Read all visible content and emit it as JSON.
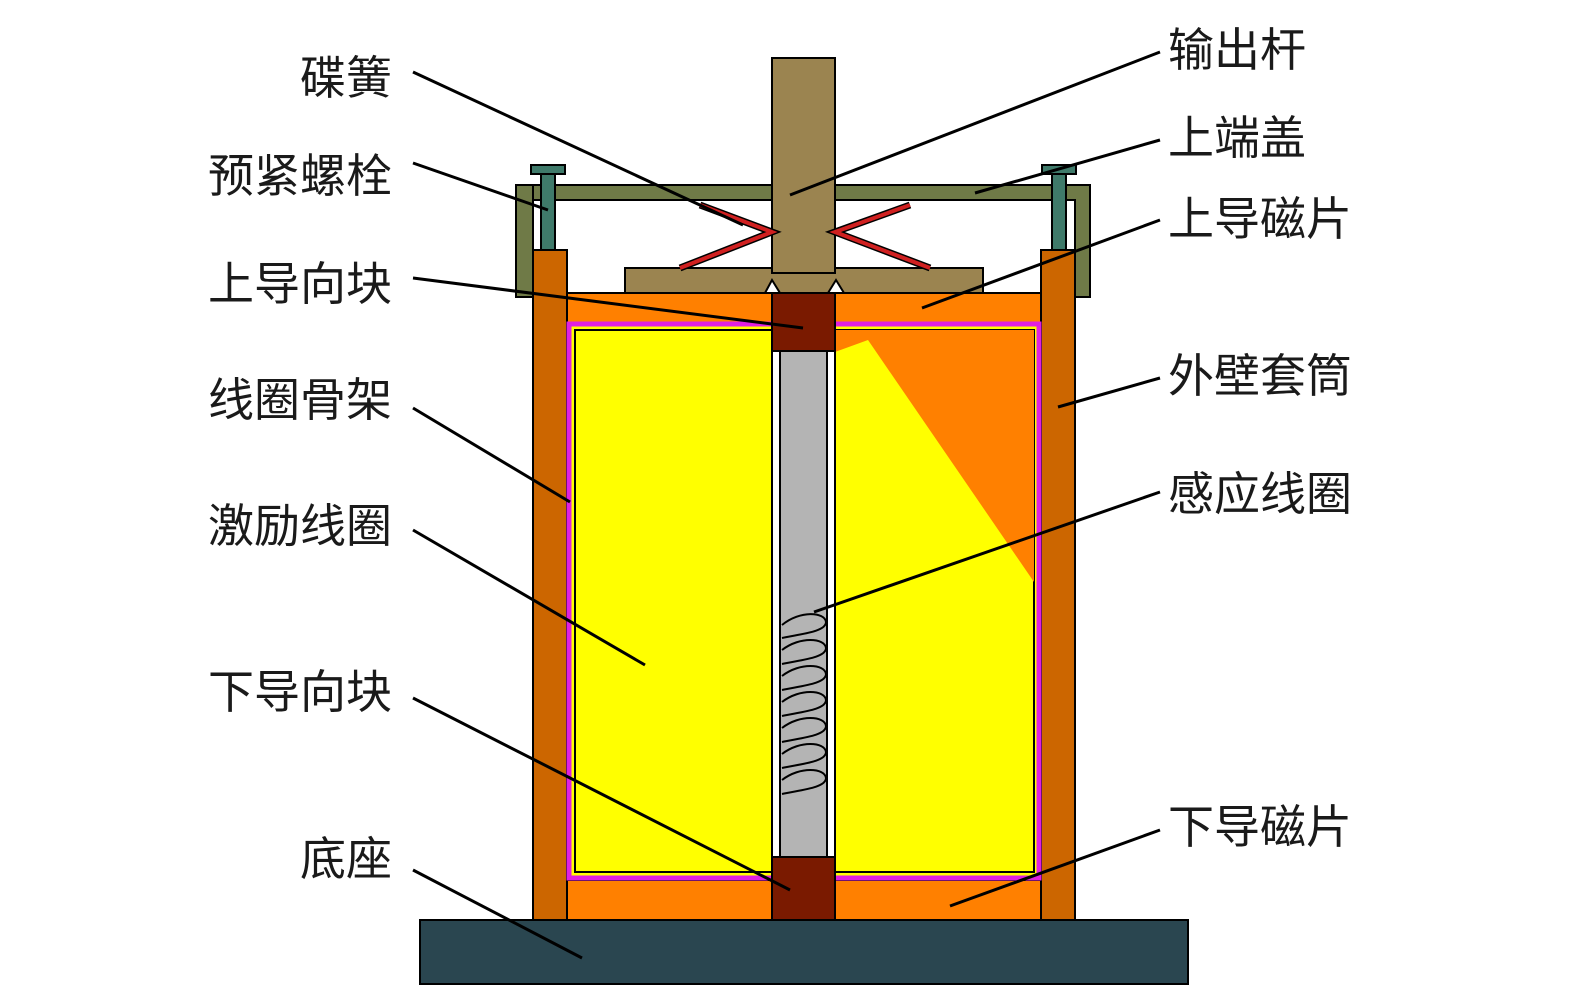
{
  "labels": {
    "disc_spring": "碟簧",
    "preload_bolt": "预紧螺栓",
    "upper_guide_block": "上导向块",
    "coil_frame": "线圈骨架",
    "excitation_coil": "激励线圈",
    "lower_guide_block": "下导向块",
    "base": "底座",
    "output_rod": "输出杆",
    "upper_end_cap": "上端盖",
    "upper_magnetic_sheet": "上导磁片",
    "outer_sleeve": "外壁套筒",
    "induction_coil": "感应线圈",
    "lower_magnetic_sheet": "下导磁片"
  },
  "colors": {
    "base": "#2a4650",
    "outer_sleeve": "#cc6600",
    "magnetic_sheet": "#ff8000",
    "excitation_coil": "#ffff00",
    "coil_frame": "#e020e0",
    "guide_block": "#7a1a00",
    "core_rod": "#b4b4b4",
    "output_rod": "#9b8450",
    "end_cap": "#6f7a47",
    "bolt": "#3f7a6a",
    "disc_spring": "#d02020"
  }
}
